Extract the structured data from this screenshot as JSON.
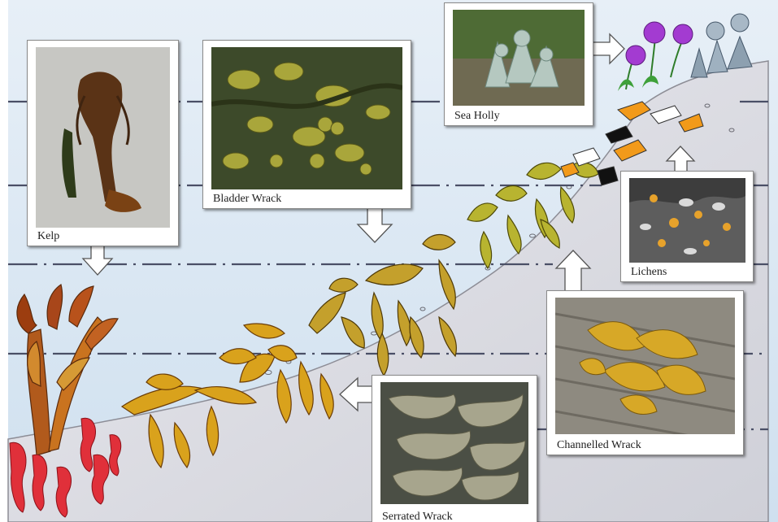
{
  "labels": {
    "kelp": "Kelp",
    "bladder_wrack": "Bladder Wrack",
    "sea_holly": "Sea Holly",
    "lichens": "Lichens",
    "channelled_wrack": "Channelled Wrack",
    "serrated_wrack": "Serrated Wrack"
  },
  "colors": {
    "sky": "#dbe8f3",
    "rock": "#dcdce2",
    "weed_gold": "#d9a21c",
    "weed_brown": "#b5651d",
    "red_weed": "#e0303a",
    "arrow": "#ffffff"
  }
}
